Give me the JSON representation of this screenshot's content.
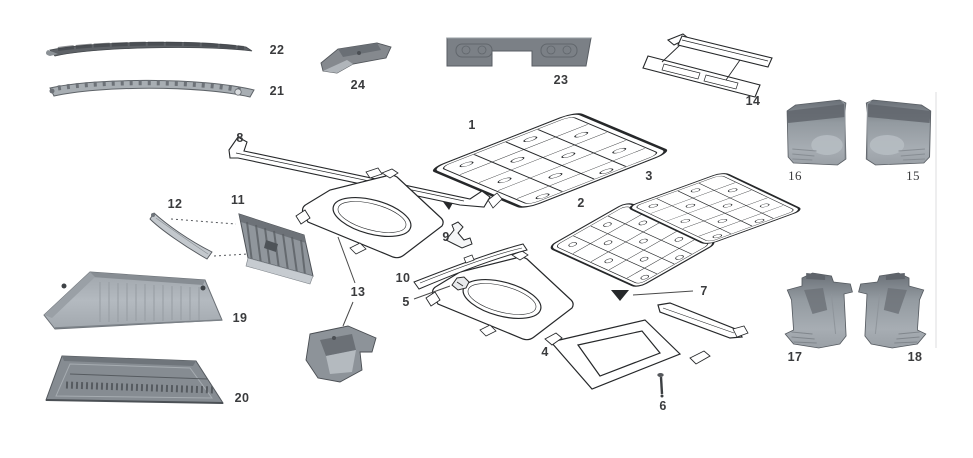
{
  "page": {
    "kind": "exploded-parts-diagram",
    "background_color": "#ffffff"
  },
  "colors": {
    "line_art": "#26282a",
    "label_text": "#3a3b3d",
    "fill_dark_gray": "#5e6267",
    "fill_medium_gray": "#84898f",
    "fill_light_gray": "#aab0b6"
  },
  "parts": [
    {
      "number": "1"
    },
    {
      "number": "2"
    },
    {
      "number": "3"
    },
    {
      "number": "4"
    },
    {
      "number": "5"
    },
    {
      "number": "6"
    },
    {
      "number": "7"
    },
    {
      "number": "8"
    },
    {
      "number": "9"
    },
    {
      "number": "10"
    },
    {
      "number": "11"
    },
    {
      "number": "12"
    },
    {
      "number": "13"
    },
    {
      "number": "14"
    },
    {
      "number": "15"
    },
    {
      "number": "16"
    },
    {
      "number": "17"
    },
    {
      "number": "18"
    },
    {
      "number": "19"
    },
    {
      "number": "20"
    },
    {
      "number": "21"
    },
    {
      "number": "22"
    },
    {
      "number": "23"
    },
    {
      "number": "24"
    }
  ]
}
